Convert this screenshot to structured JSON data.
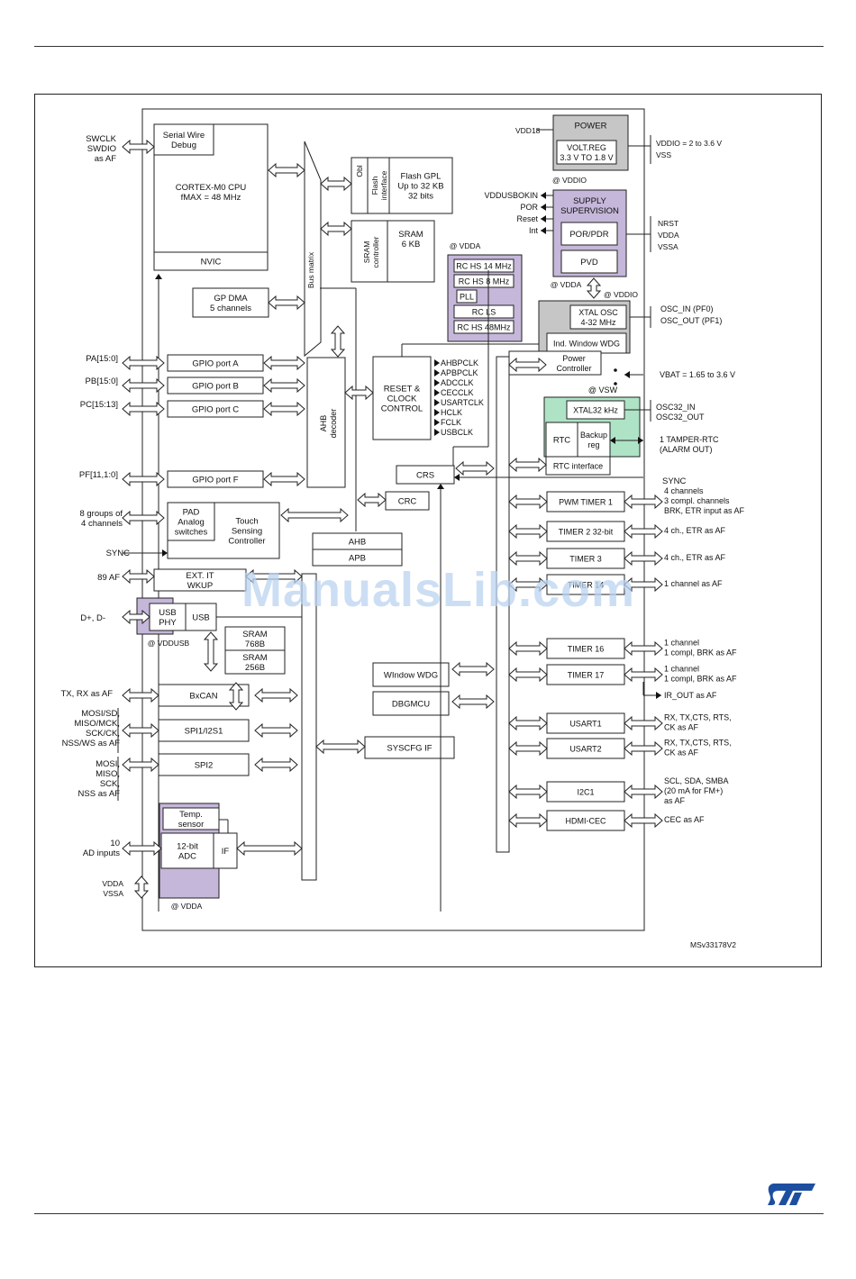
{
  "core": {
    "swd": [
      "Serial Wire",
      "Debug"
    ],
    "cpu": "CORTEX-M0 CPU",
    "fmax": "fMAX = 48 MHz",
    "nvic": "NVIC",
    "bus_matrix": "Bus matrix",
    "gpdma": [
      "GP DMA",
      "5 channels"
    ],
    "ahb_decoder": [
      "AHB",
      "decoder"
    ]
  },
  "memory": {
    "obl": "Obl",
    "flash_if": [
      "Flash",
      "interface"
    ],
    "flash": [
      "Flash GPL",
      "Up to 32 KB",
      "32 bits"
    ],
    "sram_ctrl": [
      "SRAM",
      "controller"
    ],
    "sram": [
      "SRAM",
      "6 KB"
    ],
    "sram768": [
      "SRAM",
      "768B"
    ],
    "sram256": [
      "SRAM",
      "256B"
    ]
  },
  "gpio": {
    "a": "GPIO port A",
    "b": "GPIO port B",
    "c": "GPIO port C",
    "f": "GPIO port F"
  },
  "left_labels": {
    "swd": [
      "SWCLK",
      "SWDIO",
      "as AF"
    ],
    "pa": "PA[15:0]",
    "pb": "PB[15:0]",
    "pc": "PC[15:13]",
    "pf": "PF[11,1:0]",
    "tsc": [
      "8 groups of",
      "4 channels"
    ],
    "sync": "SYNC",
    "af89": "89 AF",
    "usb": "D+, D-",
    "can": "TX, RX as AF",
    "spi1": [
      "MOSI/SD,",
      "MISO/MCK,",
      "SCK/CK,",
      "NSS/WS as AF"
    ],
    "spi2": [
      "MOSI,",
      "MISO,",
      "SCK,",
      "NSS as AF"
    ],
    "adc": [
      "10",
      "AD inputs"
    ],
    "vdda": "VDDA",
    "vssa": "VSSA"
  },
  "mid": {
    "pad": [
      "PAD",
      "Analog",
      "switches"
    ],
    "tsc": [
      "Touch",
      "Sensing",
      "Controller"
    ],
    "ahb": "AHB",
    "apb": "APB",
    "exti": [
      "EXT. IT",
      "WKUP"
    ],
    "usb_phy": [
      "USB",
      "PHY"
    ],
    "usb": "USB",
    "vddusb": "@ VDDUSB",
    "bxcan": "BxCAN",
    "spi1": "SPI1/I2S1",
    "spi2": "SPI2",
    "temp": [
      "Temp.",
      "sensor"
    ],
    "adc": [
      "12-bit",
      "ADC"
    ],
    "adc_if": "IF",
    "vdda_adc": "@ VDDA",
    "crc": "CRC",
    "crs": "CRS",
    "wwdg": "WIndow WDG",
    "dbg": "DBGMCU",
    "syscfg": "SYSCFG IF"
  },
  "rcc": {
    "block": [
      "RESET &",
      "CLOCK",
      "CONTROL"
    ],
    "clocks": [
      "AHBPCLK",
      "APBPCLK",
      "ADCCLK",
      "CECCLK",
      "USARTCLK",
      "HCLK",
      "FCLK",
      "USBCLK"
    ],
    "osc": [
      "RC HS 14 MHz",
      "RC HS 8 MHz",
      "PLL",
      "RC LS",
      "RC HS 48MHz"
    ],
    "vdda_rc": "@ VDDA"
  },
  "power": {
    "vdd18": "VDD18",
    "power": "POWER",
    "volt": [
      "VOLT.REG",
      "3.3 V TO 1.8 V"
    ],
    "vddio_at": "@ VDDIO",
    "supply": [
      "SUPPLY",
      "SUPERVISION"
    ],
    "por_pdr": "POR/PDR",
    "pvd": "PVD",
    "left": [
      "VDDUSBOKIN",
      "POR",
      "Reset",
      "Int"
    ],
    "right_power": [
      "VDDIO = 2 to 3.6 V",
      "VSS"
    ],
    "right_sup": [
      "NRST",
      "VDDA",
      "VSSA"
    ],
    "vdda_sup": "@ VDDA",
    "vddio_osc": "@ VDDIO",
    "xtal": [
      "XTAL OSC",
      "4-32 MHz"
    ],
    "iwdg": "Ind. Window WDG",
    "pwrctrl": [
      "Power",
      "Controller"
    ],
    "osc_pins": [
      "OSC_IN (PF0)",
      "OSC_OUT (PF1)"
    ],
    "vbat": "VBAT = 1.65 to 3.6 V",
    "vsw": "@ VSW",
    "xtal32": "XTAL32 kHz",
    "rtc": "RTC",
    "backup": [
      "Backup",
      "reg"
    ],
    "rtc_if": "RTC interface",
    "osc32": [
      "OSC32_IN",
      "OSC32_OUT"
    ],
    "tamper": [
      "1 TAMPER-RTC",
      "(ALARM OUT)"
    ],
    "sync": "SYNC"
  },
  "periph": [
    {
      "name": "PWM TIMER 1",
      "pins": [
        "4 channels",
        "3 compl. channels",
        "BRK, ETR input as AF"
      ]
    },
    {
      "name": "TIMER 2 32-bit",
      "pins": [
        "4 ch., ETR as AF"
      ]
    },
    {
      "name": "TIMER 3",
      "pins": [
        "4 ch., ETR as AF"
      ]
    },
    {
      "name": "TIMER 14",
      "pins": [
        "1 channel as AF"
      ]
    },
    {
      "name": "TIMER 16",
      "pins": [
        "1 channel",
        "1 compl, BRK as AF"
      ]
    },
    {
      "name": "TIMER 17",
      "pins": [
        "1 channel",
        "1 compl, BRK as AF"
      ]
    },
    {
      "name": "USART1",
      "pins": [
        "RX, TX,CTS, RTS,",
        "CK as AF"
      ]
    },
    {
      "name": "USART2",
      "pins": [
        "RX, TX,CTS, RTS,",
        "CK as AF"
      ]
    },
    {
      "name": "I2C1",
      "pins": [
        "SCL, SDA, SMBA",
        "(20 mA for FM+)",
        "as AF"
      ]
    },
    {
      "name": "HDMI-CEC",
      "pins": [
        "CEC as AF"
      ]
    }
  ],
  "ir_out": "IR_OUT as AF",
  "ref": "MSv33178V2",
  "watermark": "ManualsLib.com",
  "brand": "ST",
  "colors": {
    "purple": "#c5b7d9",
    "gray": "#c6c6c6",
    "green": "#aee3c6",
    "brand": "#1d4fa0"
  }
}
